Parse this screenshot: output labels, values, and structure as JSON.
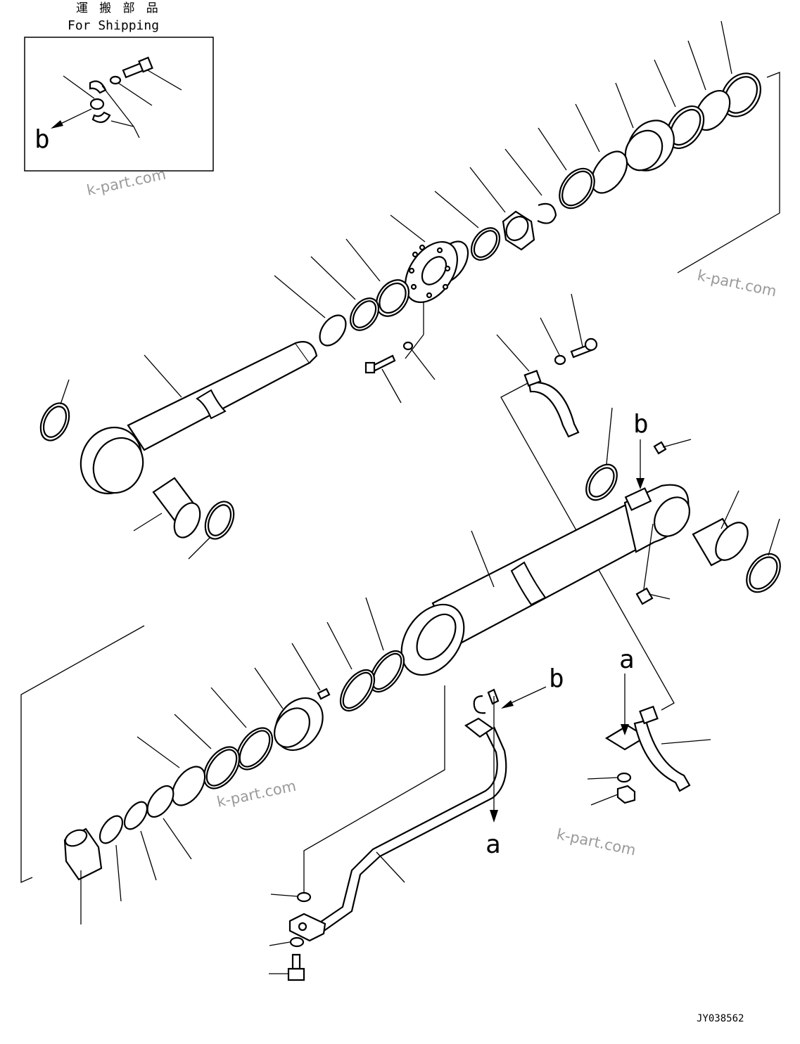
{
  "title": {
    "jp": "運 搬 部 品",
    "en": "For Shipping"
  },
  "labels": {
    "a": "a",
    "b": "b"
  },
  "watermark": "k-part.com",
  "drawing_number": "JY038562"
}
